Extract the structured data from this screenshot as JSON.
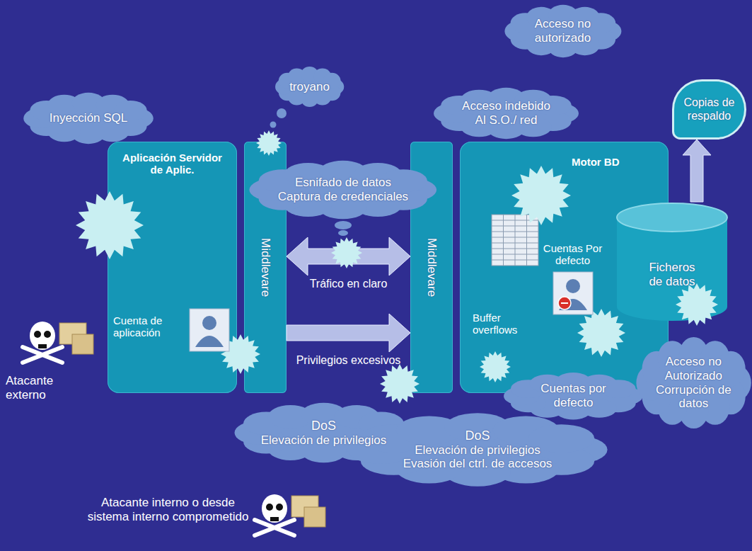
{
  "diagram": {
    "nodes": [
      {
        "text": [
          "Aplicación Servidor de Aplic.",
          "Cuenta de aplicación"
        ]
      },
      {
        "text": [
          "Middlevare"
        ]
      },
      {
        "text": [
          "Middlevare"
        ]
      },
      {
        "text": [
          "Motor BD",
          "Cuentas Por defecto",
          "Buffer overflows"
        ]
      },
      {
        "text": [
          "Ficheros de datos"
        ]
      },
      {
        "text": [
          "Copias de respaldo"
        ]
      },
      {
        "text": [
          "Inyección SQL"
        ]
      },
      {
        "text": [
          "troyano"
        ]
      },
      {
        "text": [
          "Acceso no autorizado"
        ]
      },
      {
        "text": [
          "Acceso indebido Al S.O./ red"
        ]
      },
      {
        "text": [
          "Esnifado de datos",
          "Captura de credenciales"
        ]
      },
      {
        "text": [
          "DoS",
          "Elevación de privilegios"
        ]
      },
      {
        "text": [
          "Cuentas por defecto"
        ]
      },
      {
        "text": [
          "DoS",
          "Elevación de privilegios Evasión del ctrl. de accesos"
        ]
      },
      {
        "text": [
          "Acceso no Autorizado Corrupción de datos"
        ]
      }
    ],
    "edges": [
      {
        "from": 1,
        "to": 2,
        "label": "Tráfico en claro",
        "arrow": "both"
      },
      {
        "from": 1,
        "to": 2,
        "label": "Privilegios excesivos",
        "arrow": "to"
      },
      {
        "from": 4,
        "to": 5,
        "arrow": "to"
      }
    ],
    "labels": [
      "Atacante externo",
      "Atacante interno o desde sistema interno comprometido"
    ]
  }
}
